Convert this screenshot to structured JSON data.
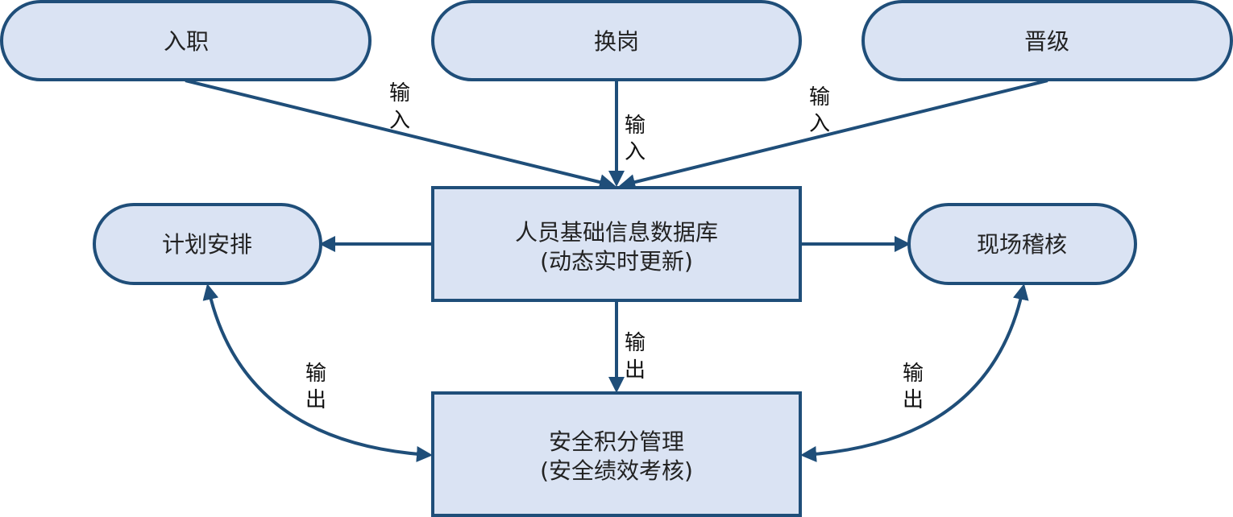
{
  "nodes": {
    "onboarding": {
      "label": "入职"
    },
    "job_change": {
      "label": "换岗"
    },
    "promotion": {
      "label": "晋级"
    },
    "database": {
      "label_line1": "人员基础信息数据库",
      "label_line2": "(动态实时更新)"
    },
    "planning": {
      "label": "计划安排"
    },
    "onsite_audit": {
      "label": "现场稽核"
    },
    "safety_points": {
      "label_line1": "安全积分管理",
      "label_line2": "(安全绩效考核)"
    }
  },
  "edge_labels": {
    "input_char1": "输",
    "input_char2": "入",
    "output_char1": "输",
    "output_char2": "出"
  },
  "colors": {
    "node_fill": "#dae3f3",
    "node_stroke": "#1f4e79",
    "edge_stroke": "#1f4e79"
  }
}
